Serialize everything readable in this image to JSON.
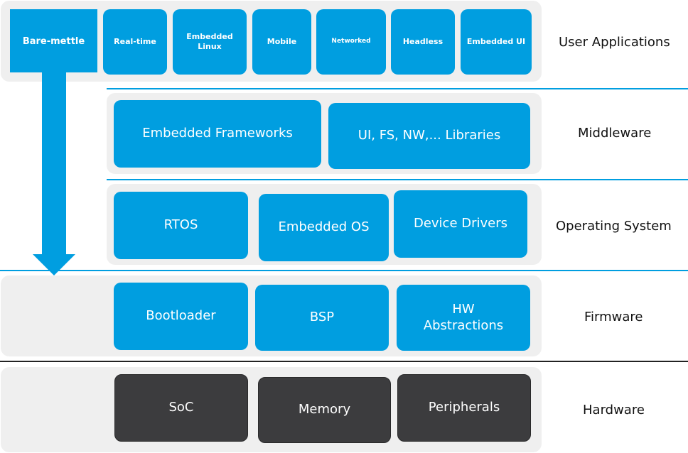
{
  "colors": {
    "accent": "#009ee0",
    "hardware": "#3c3c3e",
    "band": "#efefef",
    "divider_blue": "#009ee0",
    "divider_dark": "#222222"
  },
  "user_apps": {
    "bare_metal": "Bare-mettle",
    "items": [
      "Real-time",
      "Embedded Linux",
      "Mobile",
      "Networked",
      "Headless",
      "Embedded UI"
    ],
    "layer_label": "User Applications"
  },
  "middleware": {
    "items": [
      "Embedded Frameworks",
      "UI, FS, NW,... Libraries"
    ],
    "layer_label": "Middleware"
  },
  "os": {
    "items": [
      "RTOS",
      "Embedded OS",
      "Device Drivers"
    ],
    "layer_label": "Operating System"
  },
  "firmware": {
    "items": [
      "Bootloader",
      "BSP",
      "HW Abstractions"
    ],
    "layer_label": "Firmware"
  },
  "hardware": {
    "items": [
      "SoC",
      "Memory",
      "Peripherals"
    ],
    "layer_label": "Hardware"
  }
}
